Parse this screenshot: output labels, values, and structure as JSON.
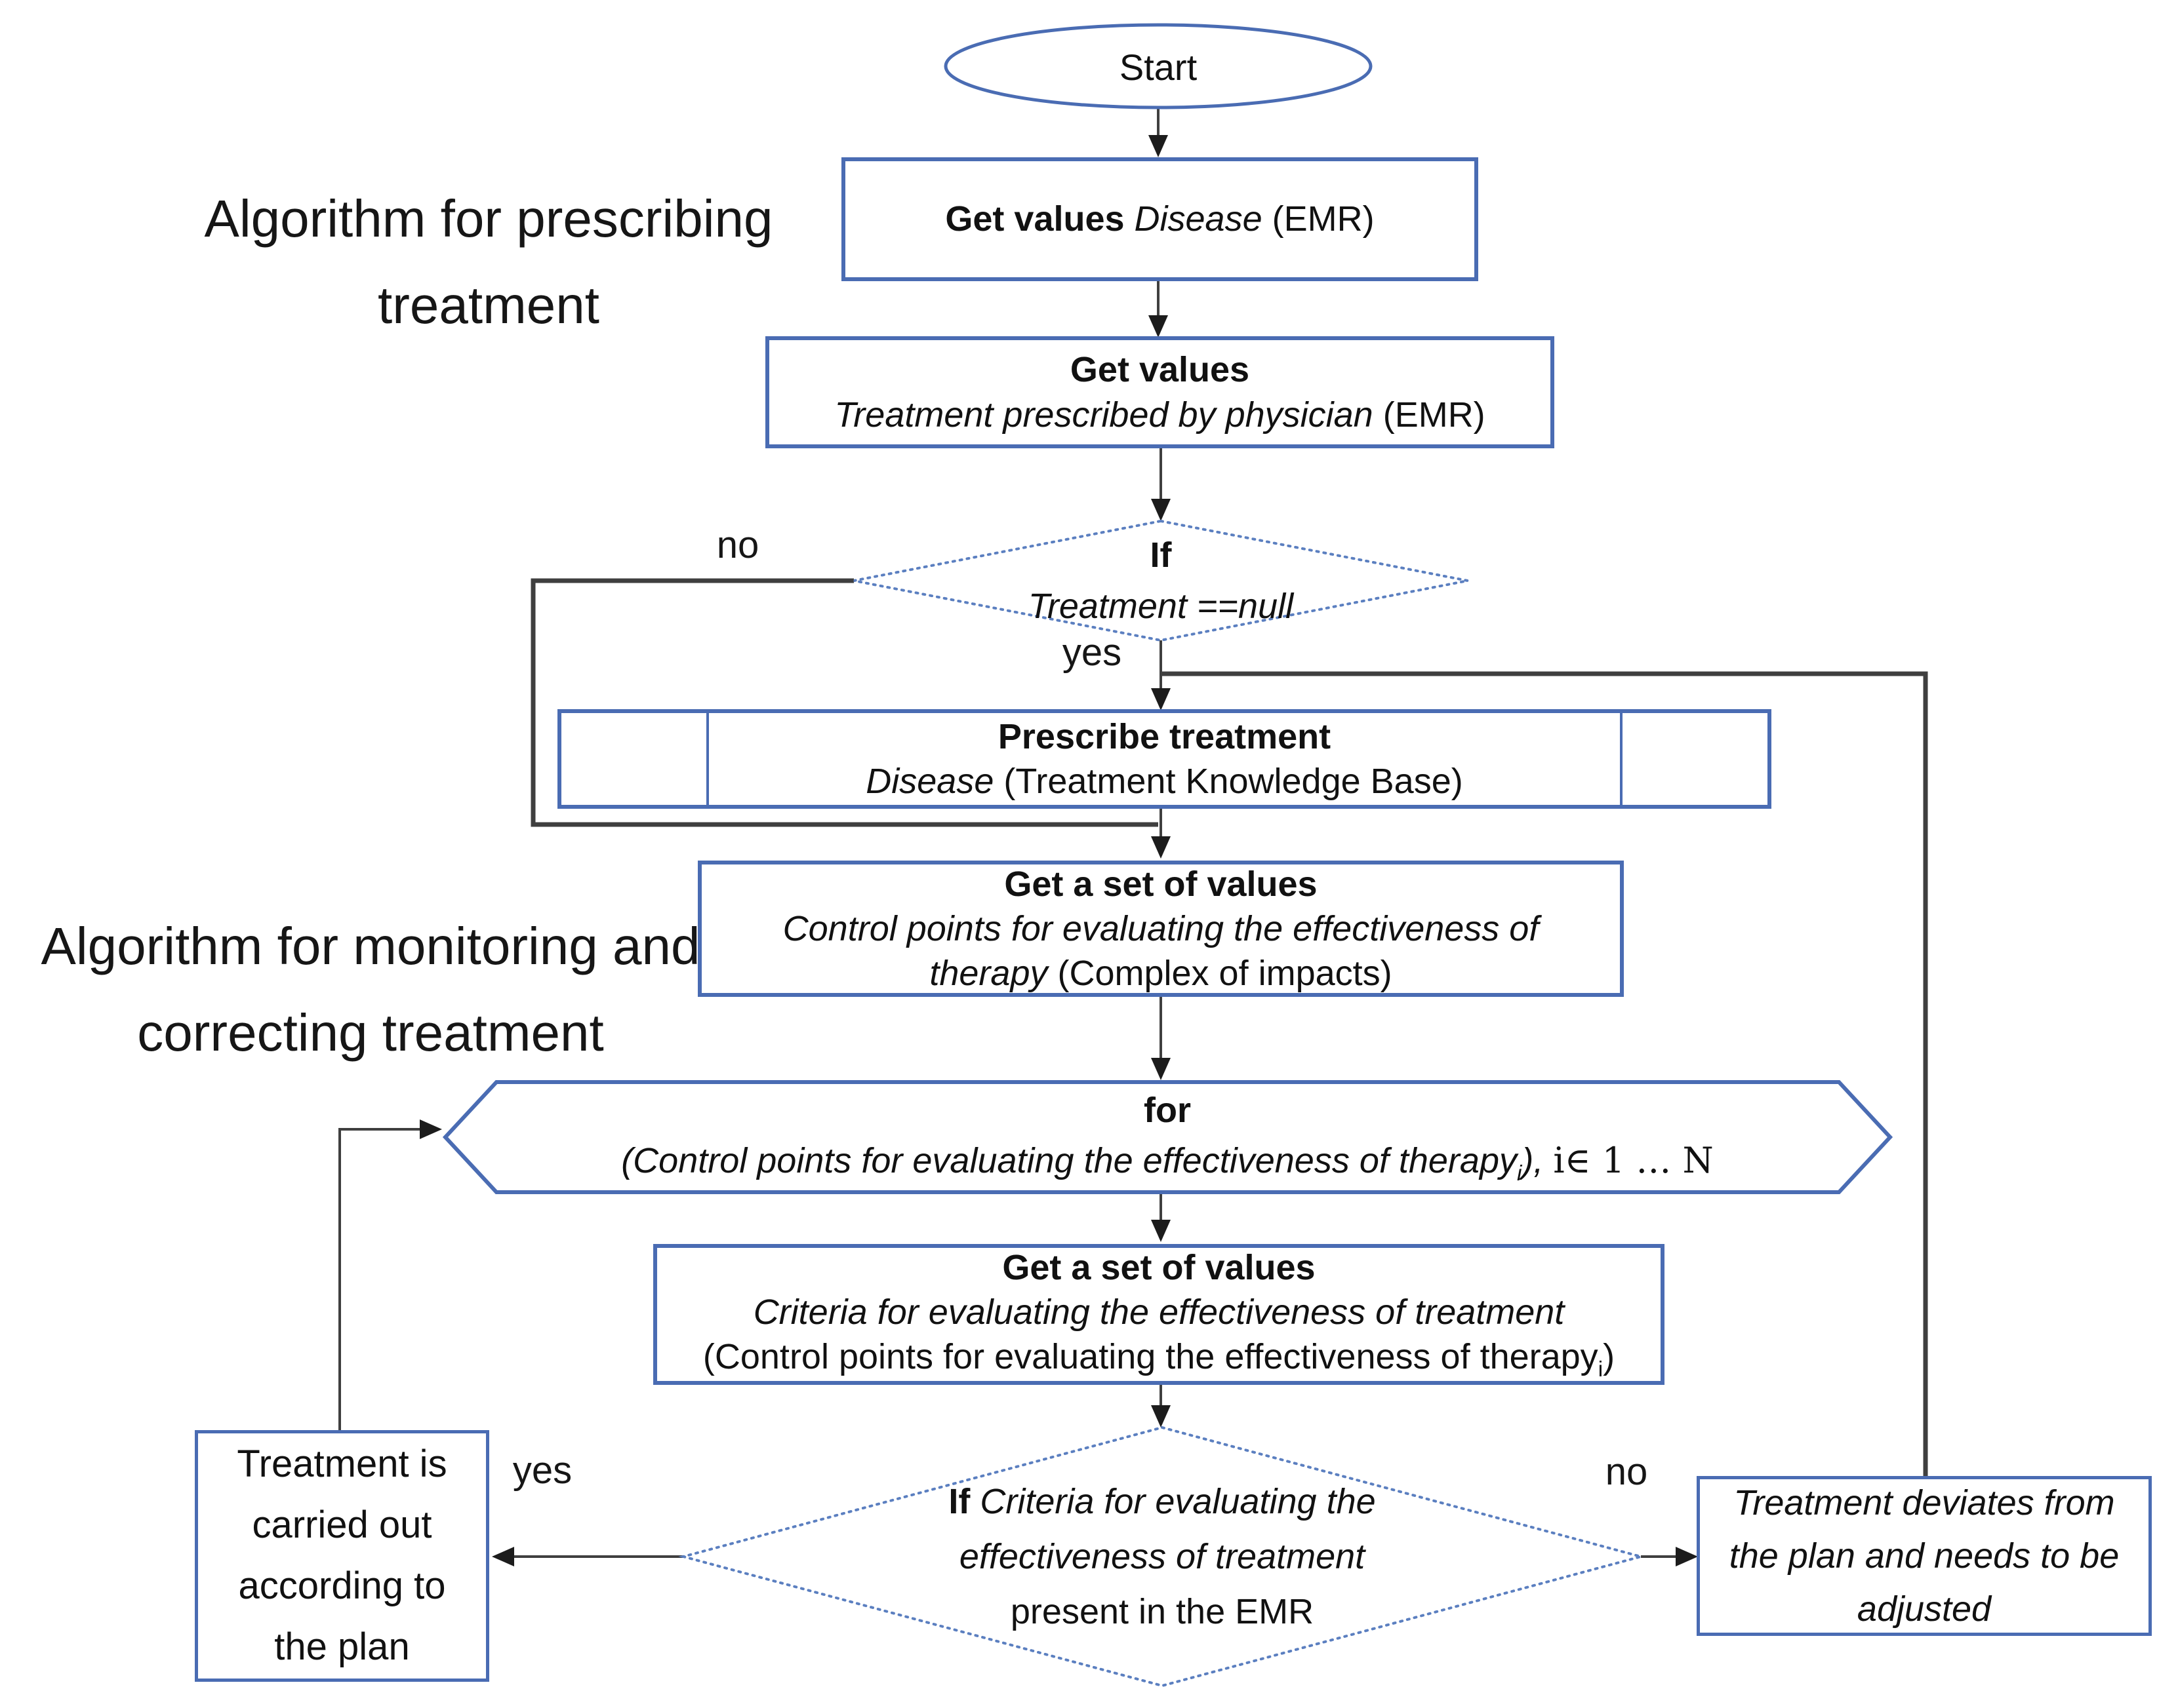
{
  "colors": {
    "shape_border": "#4a6cb3",
    "decision_border": "#5b7fc0",
    "connector": "#3f3f3f",
    "text": "#111111",
    "background": "#ffffff"
  },
  "section_titles": {
    "prescribing_lines": [
      "Algorithm for prescribing",
      "treatment"
    ],
    "monitoring_lines": [
      "Algorithm for monitoring and",
      "correcting treatment"
    ]
  },
  "nodes": {
    "start": {
      "label": "Start"
    },
    "get_disease": {
      "bold": "Get values ",
      "italic": "Disease",
      "regular": " (EMR)"
    },
    "get_treatment": {
      "line1_bold": "Get values",
      "line2_italic": "Treatment prescribed by physician",
      "line2_regular": " (EMR)"
    },
    "if_treatment_null": {
      "line1_bold": "If",
      "line2_italic": "Treatment ==null"
    },
    "prescribe_treatment": {
      "line1_bold": "Prescribe treatment",
      "line2_italic": "Disease",
      "line2_regular": " (Treatment Knowledge Base)"
    },
    "get_control_points": {
      "line1_bold": "Get a set of values",
      "line2_italic": "Control points for evaluating the effectiveness of",
      "line3_italic": "therapy",
      "line3_regular": " (Complex of impacts)"
    },
    "for_loop": {
      "line1_bold": "for",
      "line2_italic": "(Control points for evaluating the effectiveness of therapy",
      "line2_sub": "i",
      "line2_close": "), ",
      "line2_math": "i∈ 1 … N"
    },
    "get_criteria": {
      "line1_bold": "Get a set of values",
      "line2_italic": "Criteria for evaluating the effectiveness of treatment",
      "line3_regular": "(Control points for evaluating the effectiveness of therapy",
      "line3_sub": "i",
      "line3_close": ")"
    },
    "if_criteria": {
      "line1_bold": "If ",
      "line1_italic": "Criteria for evaluating the",
      "line2_italic": "effectiveness of treatment",
      "line3_regular": "present in the EMR"
    },
    "treatment_on_plan": {
      "lines": [
        "Treatment is",
        "carried out",
        "according to",
        "the plan"
      ]
    },
    "treatment_deviates": {
      "lines": [
        "Treatment deviates from",
        "the plan and needs to be",
        "adjusted"
      ]
    }
  },
  "edge_labels": {
    "no_top": "no",
    "yes_top": "yes",
    "yes_bottom": "yes",
    "no_bottom": "no"
  }
}
